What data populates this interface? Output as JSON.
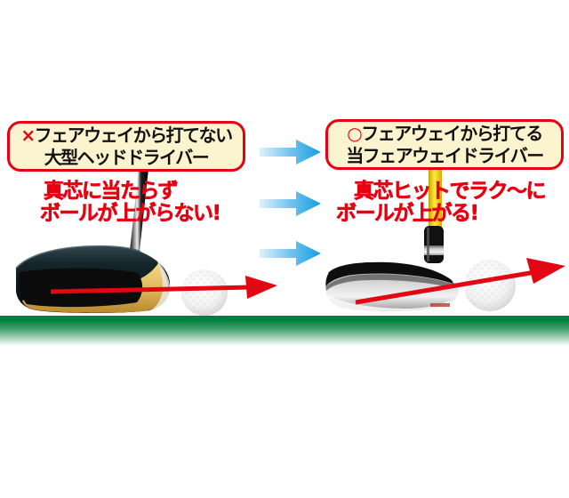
{
  "graphic": {
    "left": {
      "badge": {
        "mark": "×",
        "line1": "フェアウェイから打てない",
        "line2": "大型ヘッドドライバー"
      },
      "caption": {
        "line1": "真芯に当たらず",
        "line2": "ボールが上がらない!"
      }
    },
    "right": {
      "badge": {
        "mark": "○",
        "line1": "フェアウェイから打てる",
        "line2": "当フェアウェイドライバー"
      },
      "caption": {
        "line1": "真芯ヒットでラク〜に",
        "line2": "ボールが上がる!"
      }
    },
    "icons": {
      "transition_arrows": "blue-right-arrow-icon x3",
      "left_trajectory": "red-flat-arrow-icon",
      "right_trajectory": "red-rising-arrow-icon"
    },
    "colors": {
      "badge_bg": "#FCF4CE",
      "badge_border": "#E60012",
      "caption_red": "#E60012",
      "arrow_blue": "#1BA0E2",
      "turf_green": "#00813F",
      "trajectory_red": "#E30613",
      "shaft_yellow": "#F7D100"
    }
  }
}
